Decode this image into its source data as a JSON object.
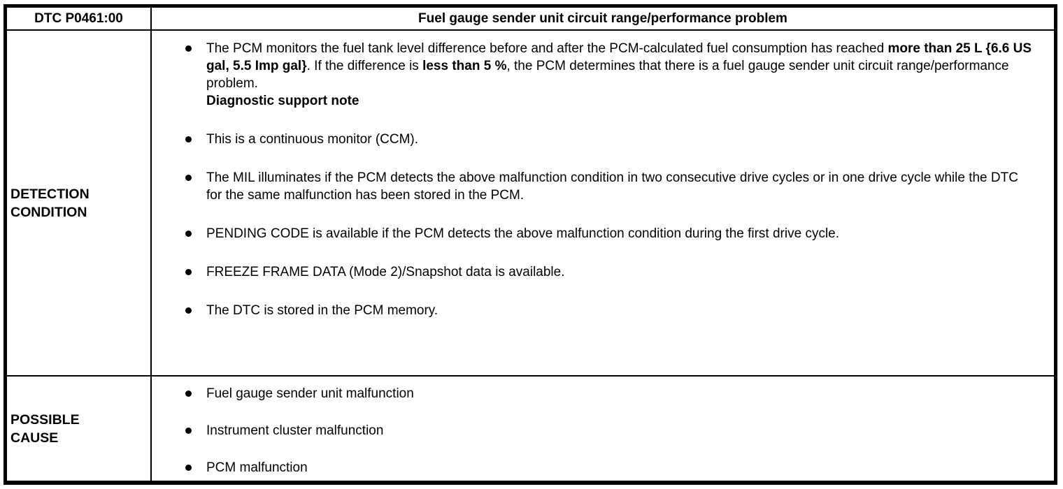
{
  "table": {
    "header": {
      "code": "DTC P0461:00",
      "title": "Fuel gauge sender unit circuit range/performance problem"
    },
    "detection": {
      "label": "DETECTION CONDITION",
      "bullet1": {
        "seg0": "The PCM monitors the fuel tank level difference before and after the PCM-calculated fuel consumption has reached ",
        "seg1_bold": "more than 25 L {6.6 US gal, 5.5 Imp gal}",
        "seg2": ". If the difference is ",
        "seg3_bold": "less than 5 %",
        "seg4": ", the PCM determines that there is a fuel gauge sender unit circuit range/performance problem."
      },
      "note_heading": "Diagnostic support note",
      "bullet2": "This is a continuous monitor (CCM).",
      "bullet3": "The MIL illuminates if the PCM detects the above malfunction condition in two consecutive drive cycles or in one drive cycle while the DTC for the same malfunction has been stored in the PCM.",
      "bullet4": "PENDING CODE is available if the PCM detects the above malfunction condition during the first drive cycle.",
      "bullet5": "FREEZE FRAME DATA (Mode 2)/Snapshot data is available.",
      "bullet6": "The DTC is stored in the PCM memory."
    },
    "possible_cause": {
      "label": "POSSIBLE CAUSE",
      "bullets": [
        "Fuel gauge sender unit malfunction",
        "Instrument cluster malfunction",
        "PCM malfunction"
      ]
    }
  }
}
